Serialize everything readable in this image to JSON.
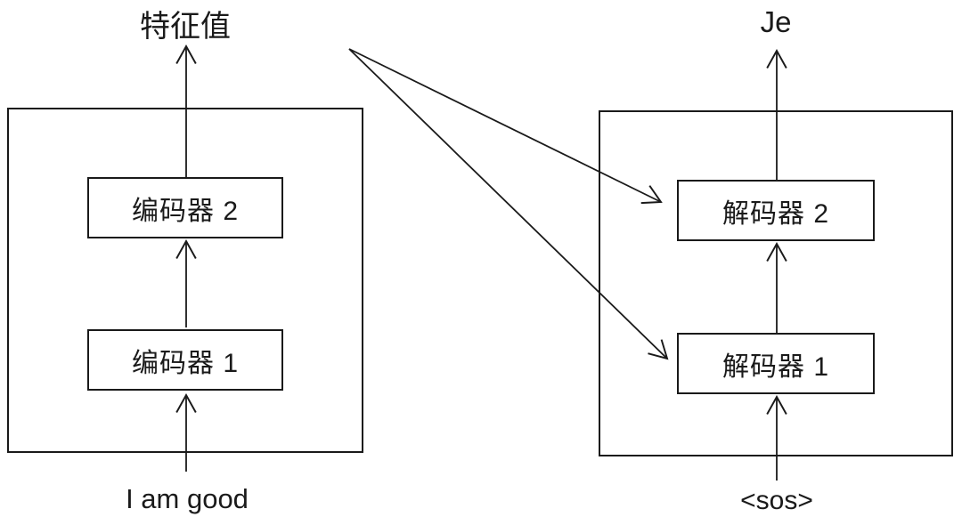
{
  "diagram": {
    "title": "encoder-decoder architecture",
    "colors": {
      "line": "#1a1a1a",
      "background": "#ffffff"
    },
    "encoder_stack": {
      "output_label": "特征值",
      "input_label": "I am good",
      "blocks": [
        {
          "label": "编码器 1"
        },
        {
          "label": "编码器 2"
        }
      ]
    },
    "decoder_stack": {
      "output_label": "Je",
      "input_label": "<sos>",
      "blocks": [
        {
          "label": "解码器 1"
        },
        {
          "label": "解码器 2"
        }
      ]
    }
  }
}
